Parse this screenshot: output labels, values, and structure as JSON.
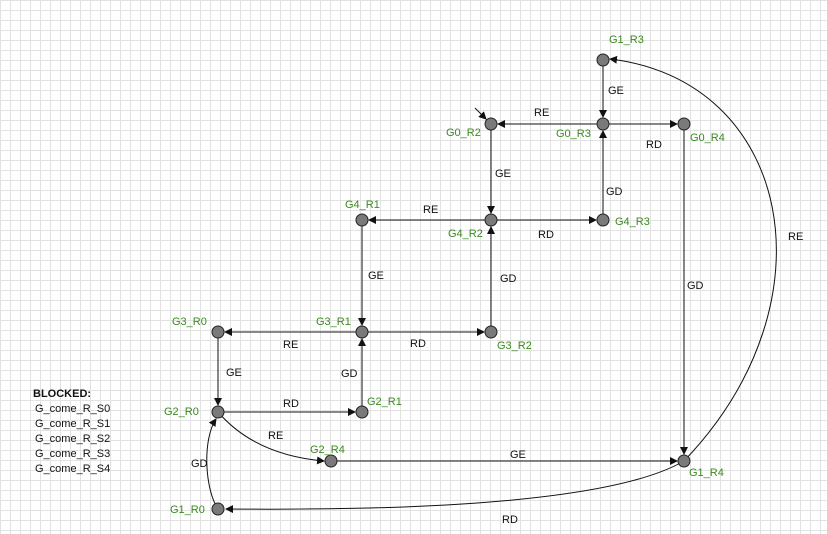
{
  "nodes": [
    {
      "id": "G1_R3",
      "label": "G1_R3"
    },
    {
      "id": "G0_R2",
      "label": "G0_R2"
    },
    {
      "id": "G0_R3",
      "label": "G0_R3"
    },
    {
      "id": "G0_R4",
      "label": "G0_R4"
    },
    {
      "id": "G4_R1",
      "label": "G4_R1"
    },
    {
      "id": "G4_R2",
      "label": "G4_R2"
    },
    {
      "id": "G4_R3",
      "label": "G4_R3"
    },
    {
      "id": "G3_R0",
      "label": "G3_R0"
    },
    {
      "id": "G3_R1",
      "label": "G3_R1"
    },
    {
      "id": "G3_R2",
      "label": "G3_R2"
    },
    {
      "id": "G2_R0",
      "label": "G2_R0"
    },
    {
      "id": "G2_R1",
      "label": "G2_R1"
    },
    {
      "id": "G2_R4",
      "label": "G2_R4"
    },
    {
      "id": "G1_R0",
      "label": "G1_R0"
    },
    {
      "id": "G1_R4",
      "label": "G1_R4"
    }
  ],
  "edges": [
    {
      "from": "G1_R3",
      "to": "G0_R3",
      "label": "GE"
    },
    {
      "from": "G0_R3",
      "to": "G0_R2",
      "label": "RE"
    },
    {
      "from": "G0_R3",
      "to": "G0_R4",
      "label": "RD"
    },
    {
      "from": "G0_R2",
      "to": "G4_R2",
      "label": "GE"
    },
    {
      "from": "G4_R3",
      "to": "G0_R3",
      "label": "GD"
    },
    {
      "from": "G4_R2",
      "to": "G4_R1",
      "label": "RE"
    },
    {
      "from": "G4_R2",
      "to": "G4_R3",
      "label": "RD"
    },
    {
      "from": "G4_R1",
      "to": "G3_R1",
      "label": "GE"
    },
    {
      "from": "G3_R2",
      "to": "G4_R2",
      "label": "GD"
    },
    {
      "from": "G0_R4",
      "to": "G1_R4",
      "label": "GD"
    },
    {
      "from": "G1_R4",
      "to": "G1_R3",
      "label": "RE"
    },
    {
      "from": "G3_R1",
      "to": "G3_R0",
      "label": "RE"
    },
    {
      "from": "G3_R1",
      "to": "G3_R2",
      "label": "RD"
    },
    {
      "from": "G3_R0",
      "to": "G2_R0",
      "label": "GE"
    },
    {
      "from": "G2_R1",
      "to": "G3_R1",
      "label": "GD"
    },
    {
      "from": "G2_R0",
      "to": "G2_R1",
      "label": "RD"
    },
    {
      "from": "G2_R0",
      "to": "G2_R4",
      "label": "RE"
    },
    {
      "from": "G2_R4",
      "to": "G1_R4",
      "label": "GE"
    },
    {
      "from": "G1_R0",
      "to": "G2_R0",
      "label": "GD"
    },
    {
      "from": "G1_R4",
      "to": "G1_R0",
      "label": "RD"
    }
  ],
  "initial_node": "G0_R2",
  "blocked": {
    "title": "BLOCKED:",
    "items": [
      "G_come_R_S0",
      "G_come_R_S1",
      "G_come_R_S2",
      "G_come_R_S3",
      "G_come_R_S4"
    ]
  }
}
